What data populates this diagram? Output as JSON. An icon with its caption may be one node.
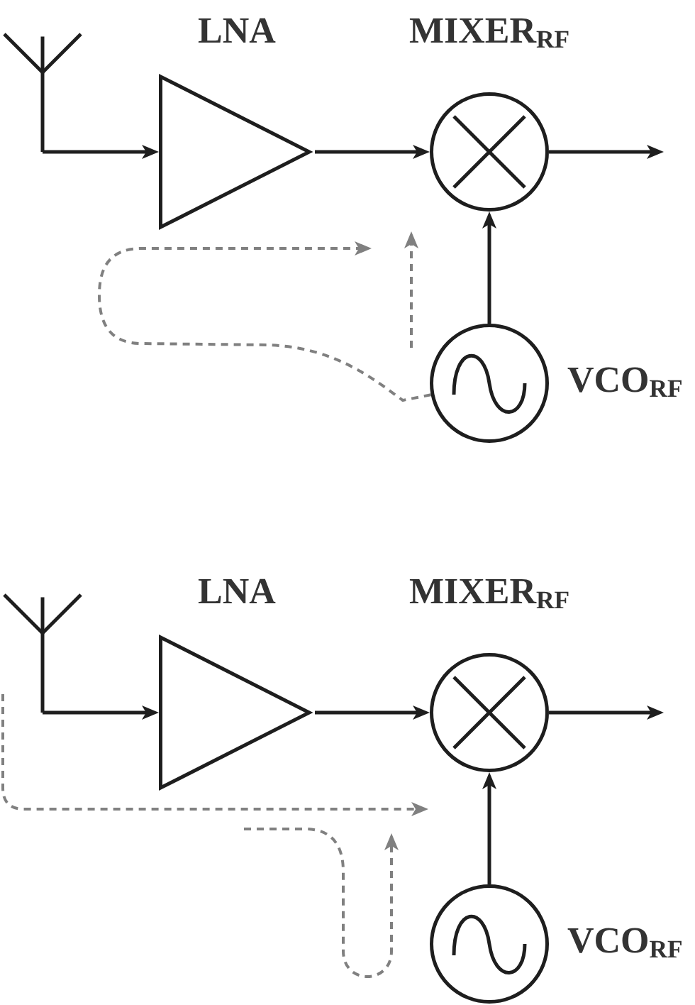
{
  "diagram": {
    "nodes": [
      {
        "text": [],
        "shape": "antenna"
      },
      {
        "text": [
          "LNA"
        ]
      },
      {
        "text": [
          "MIXER$_{RF}$"
        ]
      },
      {
        "text": [
          "VCO$_{RF}$"
        ]
      },
      {
        "text": [],
        "shape": "antenna"
      },
      {
        "text": [
          "LNA"
        ]
      },
      {
        "text": [
          "MIXER$_{RF}$"
        ]
      },
      {
        "text": [
          "VCO$_{RF}$"
        ]
      }
    ],
    "edges": [
      {
        "from": 0,
        "to": 1,
        "arrow": "to"
      },
      {
        "from": 1,
        "to": 2,
        "arrow": "to"
      },
      {
        "from": 2,
        "to": null,
        "arrow": "to"
      },
      {
        "from": 3,
        "to": 2,
        "arrow": "to"
      },
      {
        "from": 3,
        "to": null,
        "arrow": "to",
        "style": "dashed",
        "color": "#808080"
      },
      {
        "from": 4,
        "to": 5,
        "arrow": "to"
      },
      {
        "from": 5,
        "to": 6,
        "arrow": "to"
      },
      {
        "from": 6,
        "to": null,
        "arrow": "to"
      },
      {
        "from": 7,
        "to": 6,
        "arrow": "to"
      },
      {
        "from": 4,
        "to": null,
        "arrow": "to",
        "style": "dashed",
        "color": "#808080"
      }
    ]
  }
}
